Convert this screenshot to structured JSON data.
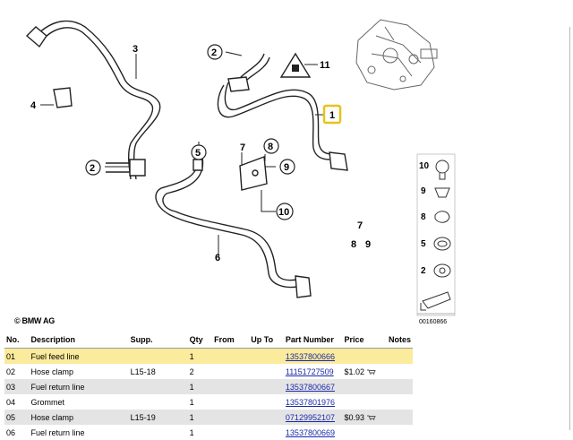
{
  "diagram": {
    "copyright": "© BMW AG",
    "diagram_id": "00160866",
    "callouts": [
      "1",
      "2",
      "2",
      "3",
      "4",
      "5",
      "6",
      "7",
      "8",
      "9",
      "10",
      "11",
      "7",
      "8",
      "9"
    ],
    "legend_items": [
      "10",
      "9",
      "8",
      "5",
      "2"
    ]
  },
  "table": {
    "headers": {
      "no": "No.",
      "description": "Description",
      "supp": "Supp.",
      "qty": "Qty",
      "from": "From",
      "upto": "Up To",
      "part_number": "Part Number",
      "price": "Price",
      "notes": "Notes"
    },
    "rows": [
      {
        "no": "01",
        "description": "Fuel feed line",
        "supp": "",
        "qty": "1",
        "from": "",
        "upto": "",
        "part_number": "13537800666",
        "price": "",
        "selected": true
      },
      {
        "no": "02",
        "description": "Hose clamp",
        "supp": "L15-18",
        "qty": "2",
        "from": "",
        "upto": "",
        "part_number": "11151727509",
        "price": "$1.02",
        "cart": true
      },
      {
        "no": "03",
        "description": "Fuel return line",
        "supp": "",
        "qty": "1",
        "from": "",
        "upto": "",
        "part_number": "13537800667",
        "price": ""
      },
      {
        "no": "04",
        "description": "Grommet",
        "supp": "",
        "qty": "1",
        "from": "",
        "upto": "",
        "part_number": "13537801976",
        "price": ""
      },
      {
        "no": "05",
        "description": "Hose clamp",
        "supp": "L15-19",
        "qty": "1",
        "from": "",
        "upto": "",
        "part_number": "07129952107",
        "price": "$0.93",
        "cart": true
      },
      {
        "no": "06",
        "description": "Fuel return line",
        "supp": "",
        "qty": "1",
        "from": "",
        "upto": "",
        "part_number": "13537800669",
        "price": ""
      }
    ]
  }
}
